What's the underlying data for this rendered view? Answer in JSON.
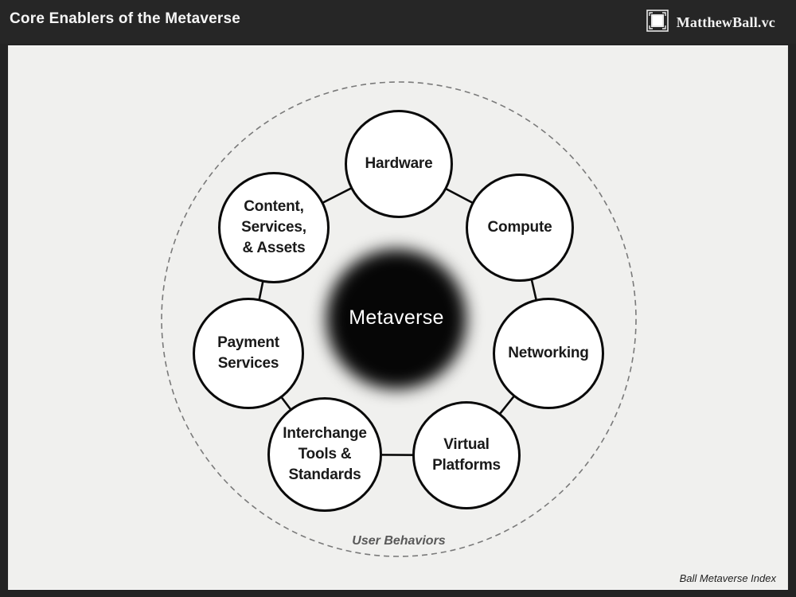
{
  "header": {
    "title": "Core Enablers of the Metaverse",
    "brand": "MatthewBall.vc"
  },
  "diagram": {
    "center": {
      "label": "Metaverse"
    },
    "outer_label": "User Behaviors",
    "nodes": [
      {
        "id": "hardware",
        "lines": [
          "Hardware"
        ]
      },
      {
        "id": "compute",
        "lines": [
          "Compute"
        ]
      },
      {
        "id": "networking",
        "lines": [
          "Networking"
        ]
      },
      {
        "id": "virtual-platforms",
        "lines": [
          "Virtual",
          "Platforms"
        ]
      },
      {
        "id": "interchange-tools-standards",
        "lines": [
          "Interchange",
          "Tools &",
          "Standards"
        ]
      },
      {
        "id": "payment-services",
        "lines": [
          "Payment",
          "Services"
        ]
      },
      {
        "id": "content-services-assets",
        "lines": [
          "Content,",
          "Services,",
          "& Assets"
        ]
      }
    ]
  },
  "footer": {
    "caption": "Ball Metaverse Index"
  },
  "colors": {
    "header_bg": "#262626",
    "canvas_bg": "#f0f0ee",
    "node_fill": "#ffffff",
    "node_border": "#0a0a0a",
    "dashed_ring": "#7a7a7a",
    "core_fill": "#060606",
    "core_text": "#ffffff",
    "outer_label_color": "#595959"
  }
}
